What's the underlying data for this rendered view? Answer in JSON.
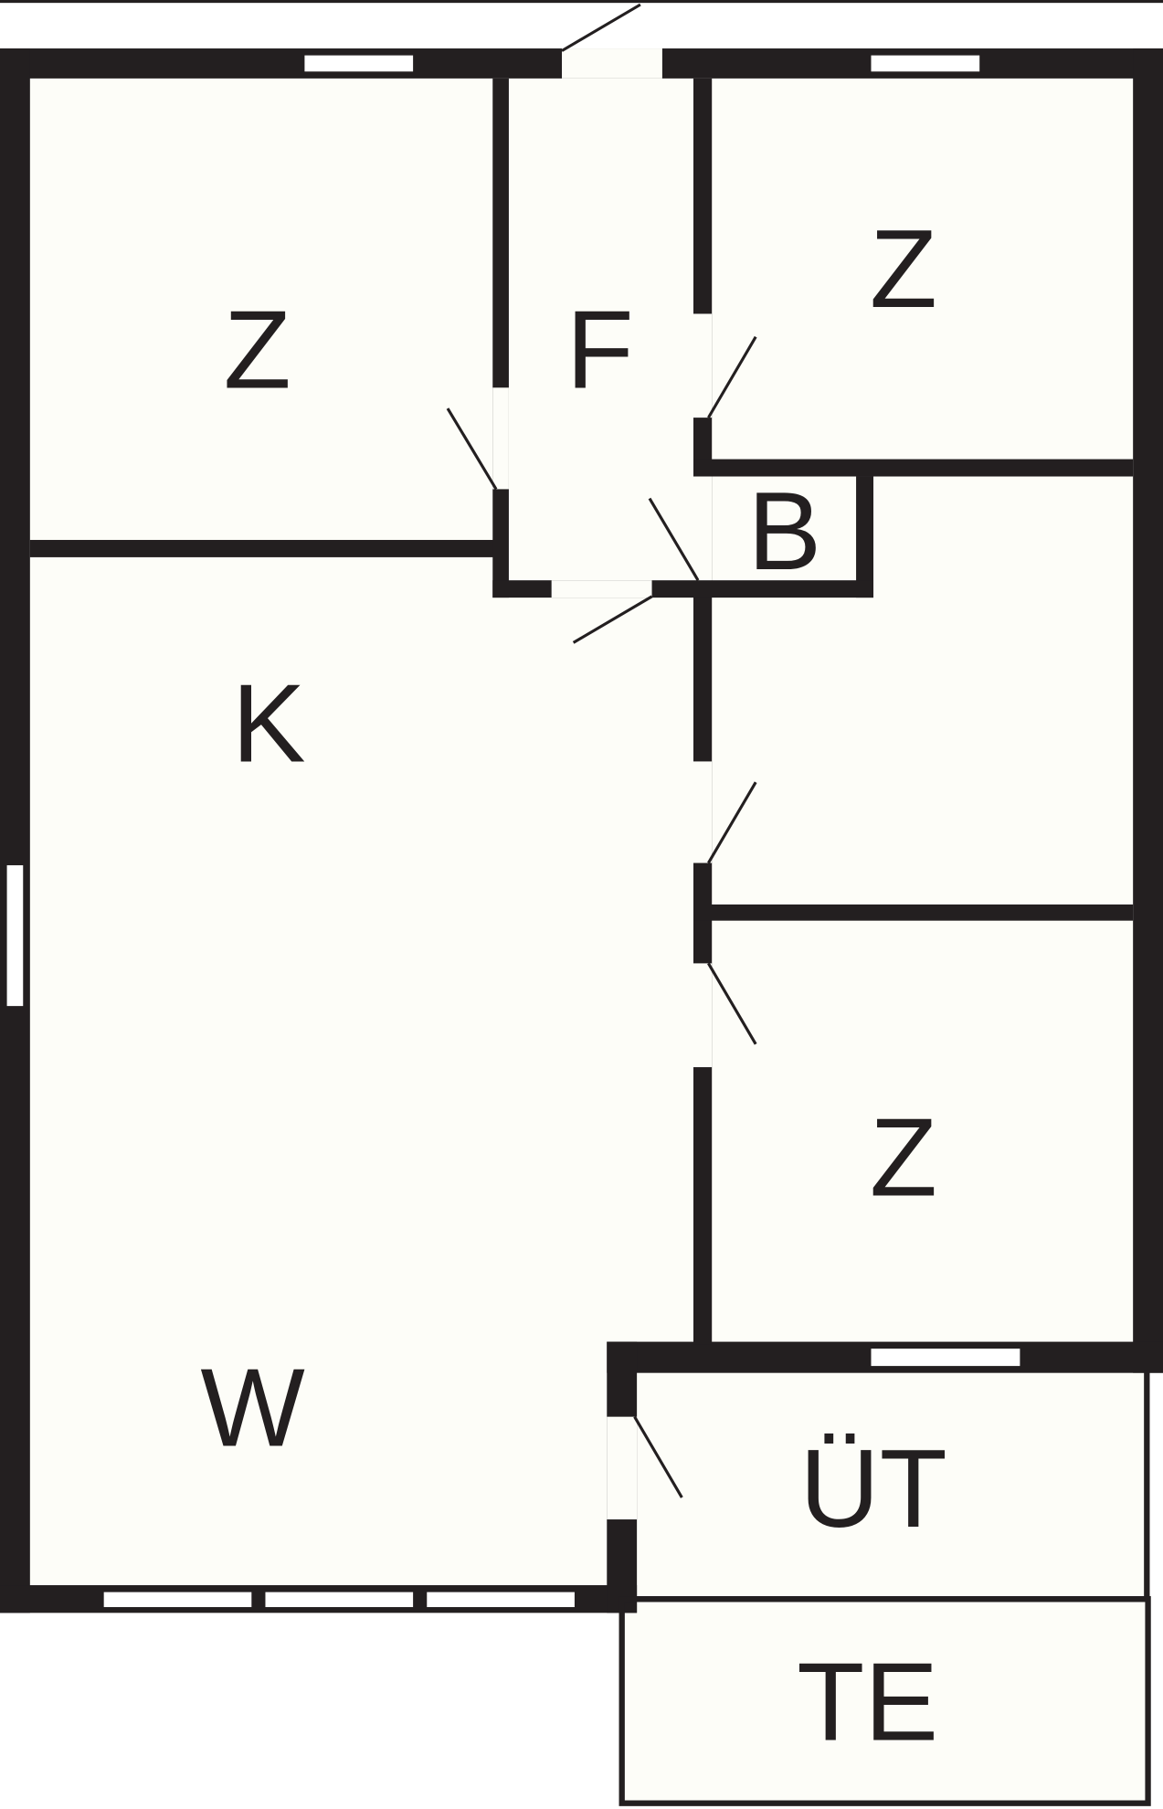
{
  "title": "Floor plan",
  "colors": {
    "wall": "#231f20",
    "floor": "#fdfdf8",
    "window": "#ffffff"
  },
  "rooms": [
    {
      "id": "room-z-top-left",
      "label": "Z"
    },
    {
      "id": "room-f",
      "label": "F"
    },
    {
      "id": "room-z-top-right",
      "label": "Z"
    },
    {
      "id": "room-b",
      "label": "B"
    },
    {
      "id": "room-k",
      "label": "K"
    },
    {
      "id": "room-w",
      "label": "W"
    },
    {
      "id": "room-z-bottom-right",
      "label": "Z"
    },
    {
      "id": "room-ut",
      "label": "ÜT"
    },
    {
      "id": "room-te",
      "label": "TE"
    }
  ]
}
